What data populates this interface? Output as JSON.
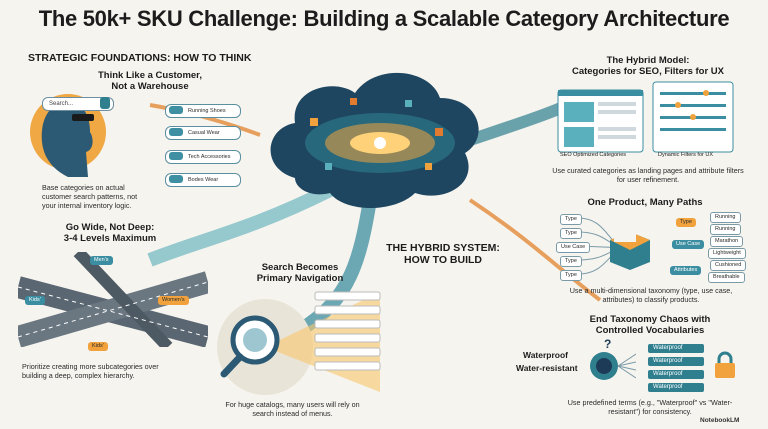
{
  "title": "The 50k+ SKU Challenge: Building a Scalable Category Architecture",
  "strategic": {
    "heading": "STRATEGIC FOUNDATIONS: HOW TO THINK",
    "customer_title": "Think Like a Customer,\nNot a Warehouse",
    "search_placeholder": "Search...",
    "categories": [
      "Running Shoes",
      "Casual Wear",
      "Tech Accessories",
      "Bodes Wear"
    ],
    "customer_desc": "Base categories on actual customer search patterns, not your internal inventory logic."
  },
  "wide": {
    "title": "Go Wide, Not Deep:\n3-4 Levels Maximum",
    "labels": [
      "Men's",
      "Kids'",
      "Women's",
      "Kids'"
    ],
    "desc": "Prioritize creating more subcategories over building a deep, complex hierarchy."
  },
  "search_nav": {
    "title": "Search Becomes\nPrimary Navigation",
    "desc": "For huge catalogs, many users will rely on search instead of menus."
  },
  "hybrid_system": {
    "title": "THE HYBRID SYSTEM:\nHOW TO BUILD"
  },
  "hybrid_model": {
    "title": "The Hybrid Model:\nCategories for SEO, Filters for UX",
    "left_caption": "SEO Optimized Categories",
    "right_caption": "Dynamic Filters for UX",
    "desc": "Use curated categories as landing pages and attribute filters for user refinement."
  },
  "one_product": {
    "title": "One Product, Many Paths",
    "left_tags": [
      "Type",
      "Type",
      "Use Case",
      "Type",
      "Type"
    ],
    "mid_tags": [
      "Type",
      "Use Case",
      "Attributes"
    ],
    "right_tags": [
      "Running",
      "Running",
      "Marathon",
      "Lightweight",
      "Cushioned",
      "Breathable"
    ],
    "desc": "Use a multi-dimensional taxonomy (type, use case, attributes) to classify products."
  },
  "chaos": {
    "title": "End Taxonomy Chaos with\nControlled Vocabularies",
    "question": "?",
    "terms": [
      "Waterproof",
      "Water-resistant"
    ],
    "vocab": [
      "Waterproof",
      "Waterproof",
      "Waterproof",
      "Waterproof"
    ],
    "desc": "Use predefined terms (e.g., \"Waterproof\" vs \"Water-resistant\") for consistency."
  },
  "brand": "NotebookLM",
  "colors": {
    "teal": "#2f7f8f",
    "orange": "#f1a23c",
    "navy": "#1d3b57",
    "bg": "#f6f4ef"
  }
}
